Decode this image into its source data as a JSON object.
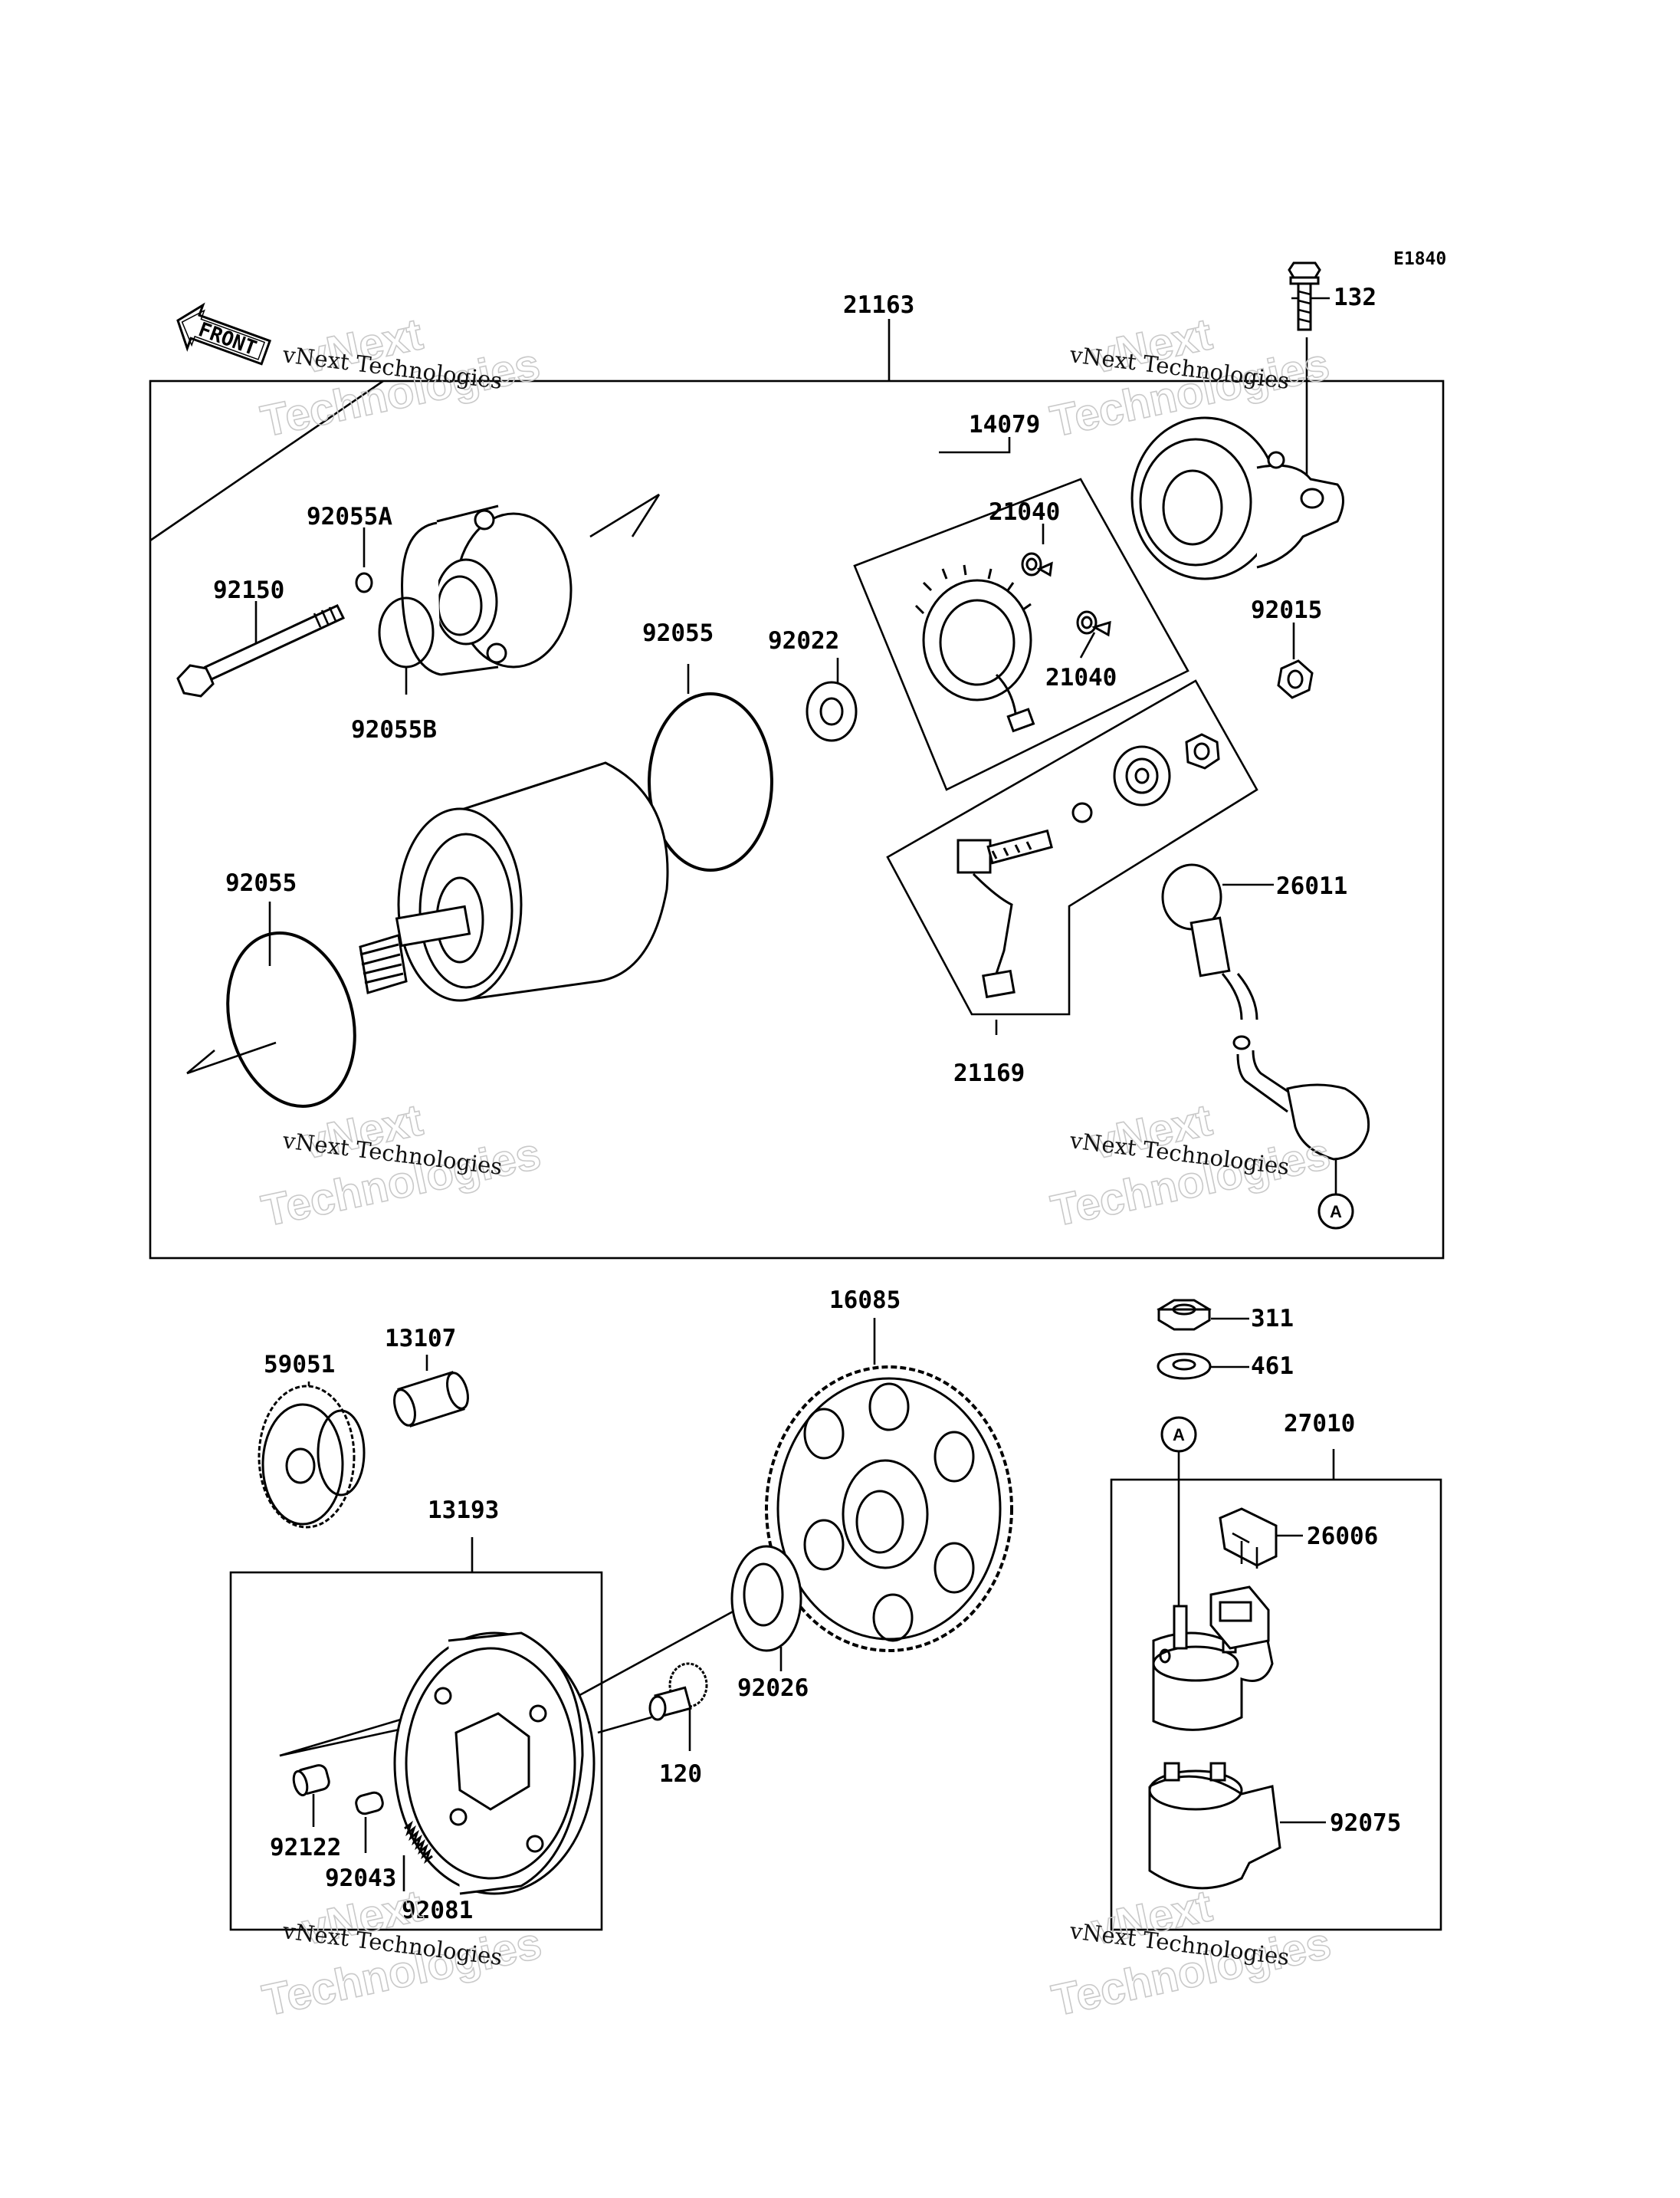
{
  "diagram_code": "E1840",
  "front_label": "FRONT",
  "watermark": {
    "line1": "vNext Technologies",
    "line2": "vNext",
    "line3": "Technologies"
  },
  "callout_letter": "A",
  "part_labels": {
    "p21163": "21163",
    "p132": "132",
    "p14079": "14079",
    "p92055A": "92055A",
    "p21040a": "21040",
    "p21040b": "21040",
    "p92150": "92150",
    "p92055top": "92055",
    "p92022": "92022",
    "p92015": "92015",
    "p92055B": "92055B",
    "p92055left": "92055",
    "p26011": "26011",
    "p21169": "21169",
    "p16085": "16085",
    "p311": "311",
    "p461": "461",
    "p59051": "59051",
    "p13107": "13107",
    "p27010": "27010",
    "p13193": "13193",
    "p26006": "26006",
    "p92026": "92026",
    "p120": "120",
    "p92075": "92075",
    "p92122": "92122",
    "p92043": "92043",
    "p92081": "92081"
  }
}
